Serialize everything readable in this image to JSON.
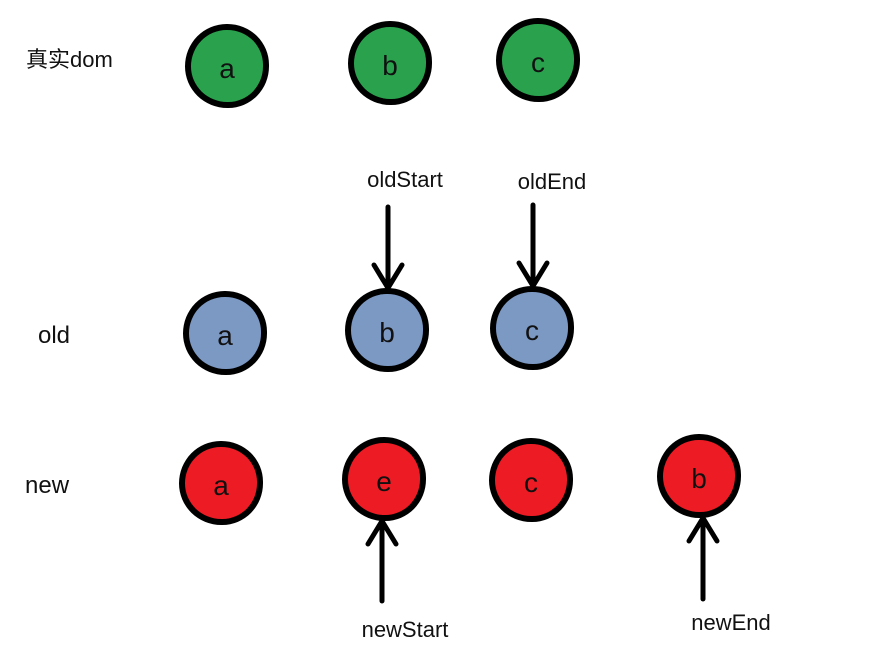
{
  "diagram": {
    "description": "vdom diff pointers diagram",
    "rows": [
      {
        "label": "真实dom",
        "nodes": [
          "a",
          "b",
          "c"
        ]
      },
      {
        "label": "old",
        "nodes": [
          "a",
          "b",
          "c"
        ]
      },
      {
        "label": "new",
        "nodes": [
          "a",
          "e",
          "c",
          "b"
        ]
      }
    ],
    "pointers": [
      {
        "label": "oldStart",
        "points_to": "old.b",
        "direction": "down"
      },
      {
        "label": "oldEnd",
        "points_to": "old.c",
        "direction": "down"
      },
      {
        "label": "newStart",
        "points_to": "new.e",
        "direction": "up"
      },
      {
        "label": "newEnd",
        "points_to": "new.b",
        "direction": "up"
      }
    ]
  },
  "colors": {
    "real_dom_fill": "#2aa24d",
    "old_fill": "#7c99c4",
    "new_fill": "#ed1c24",
    "stroke": "#000000",
    "background": "#ffffff"
  }
}
